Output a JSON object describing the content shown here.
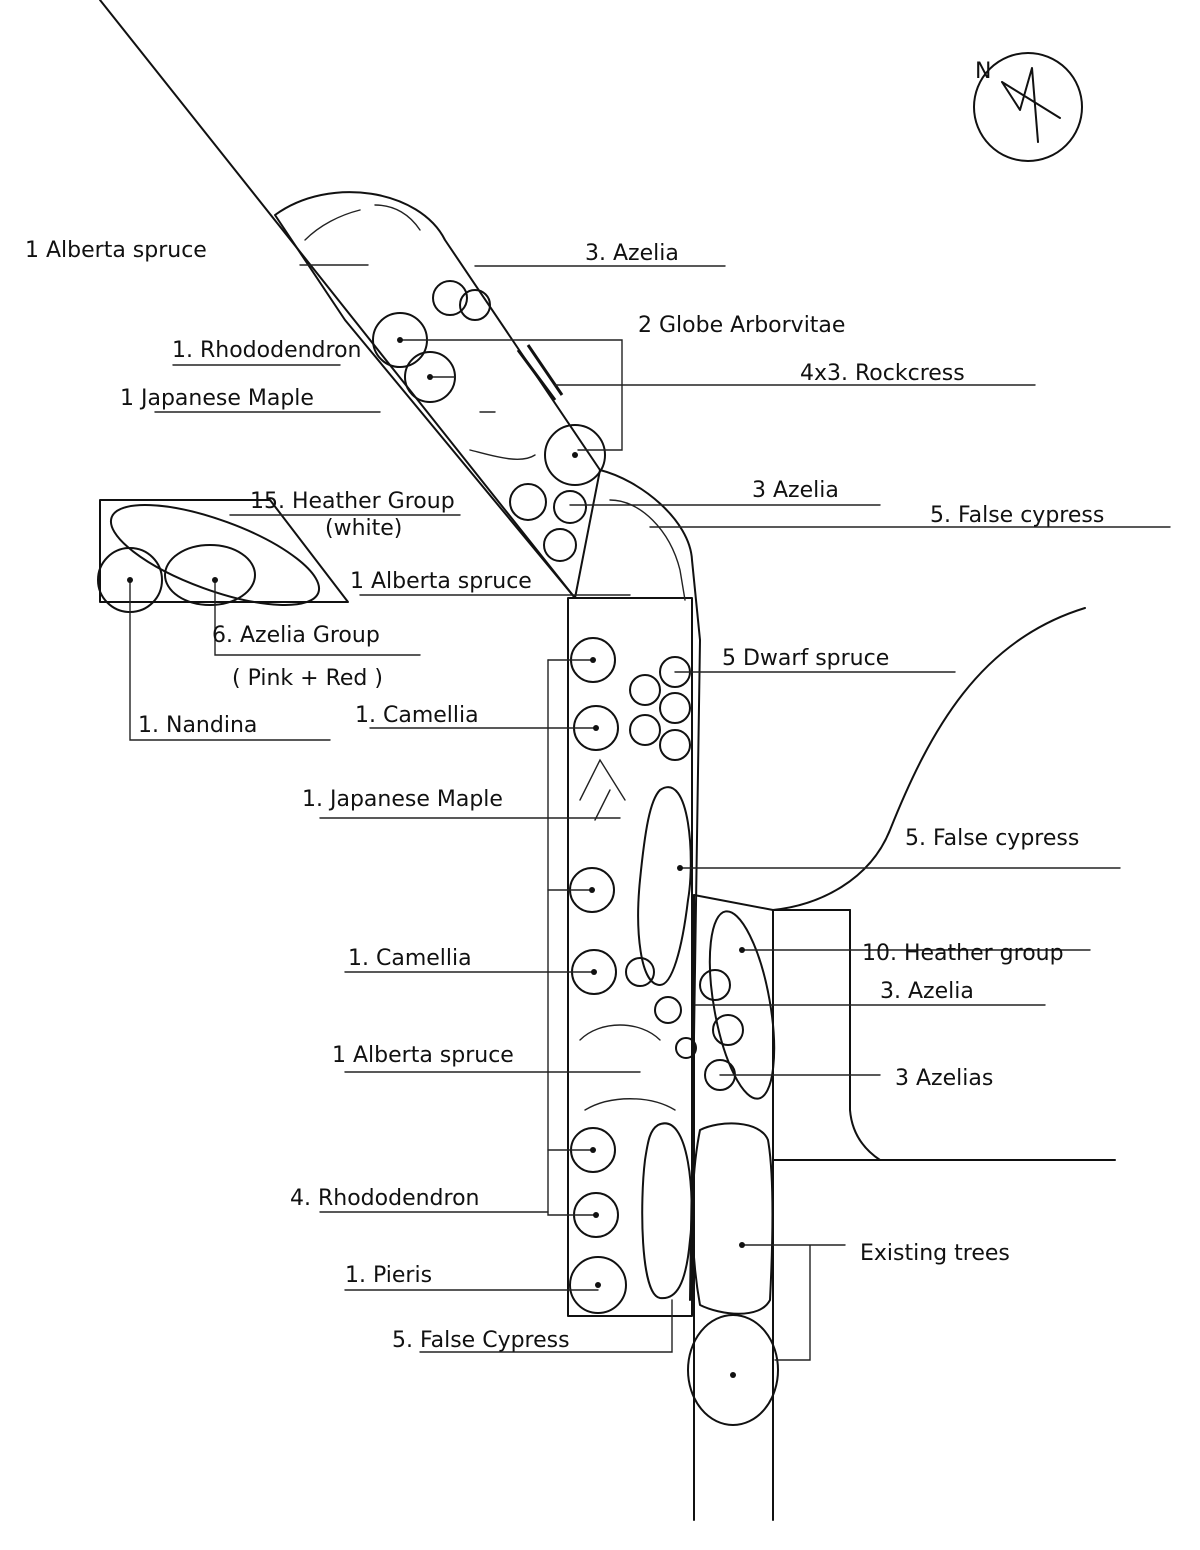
{
  "labels": {
    "l1": "1  Alberta spruce",
    "l2": "3. Azelia",
    "l3": "2  Globe  Arborvitae",
    "l4": "1. Rhododendron",
    "l5": "4x3.  Rockcress",
    "l6": "1  Japanese Maple",
    "l7": "3  Azelia",
    "l8": "5. False  cypress",
    "l9": "15. Heather Group",
    "l9b": "(white)",
    "l10": "1 Alberta spruce",
    "l11": "6. Azelia  Group",
    "l11b": "( Pink + Red )",
    "l12": "5  Dwarf  spruce",
    "l13": "1. Nandina",
    "l14": "1. Camellia",
    "l15": "1. Japanese Maple",
    "l16": "5. False  cypress",
    "l17": "1. Camellia",
    "l18": "10. Heather  group",
    "l19": "3. Azelia",
    "l20": "1 Alberta spruce",
    "l21": "3  Azelias",
    "l22": "4. Rhododendron",
    "l23": "Existing  trees",
    "l24": "1.  Pieris",
    "l25": "5.  False  Cypress"
  },
  "north_arrow": {
    "label": "N"
  }
}
